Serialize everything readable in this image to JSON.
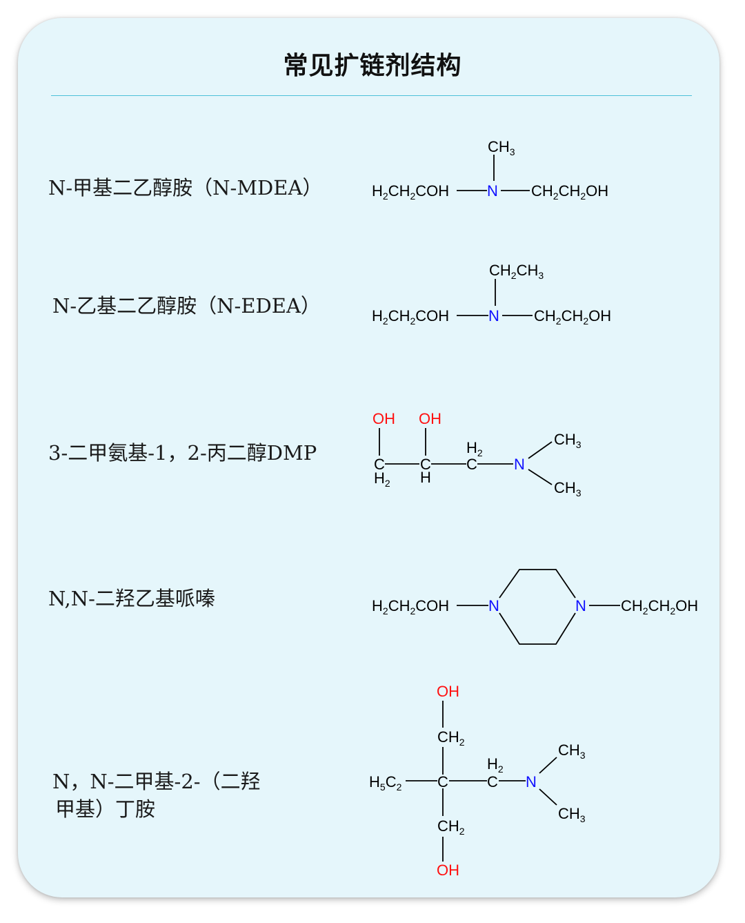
{
  "title": "常见扩链剂结构",
  "colors": {
    "background": "#e5f6fb",
    "divider": "#4cc0d8",
    "nitrogen": "#1010ff",
    "oxygen": "#ff1010"
  },
  "compounds": [
    {
      "name": "N-甲基二乙醇胺（N-MDEA）",
      "labels": {
        "left_chain": "H2CH2COH",
        "n": "N",
        "right_chain": "CH2CH2OH",
        "top": "CH3"
      }
    },
    {
      "name": "N-乙基二乙醇胺（N-EDEA）",
      "labels": {
        "left_chain": "H2CH2COH",
        "n": "N",
        "right_chain": "CH2CH2OH",
        "top": "CH2CH3"
      }
    },
    {
      "name": "3-二甲氨基-1，2-丙二醇DMP",
      "labels": {
        "oh1": "OH",
        "oh2": "OH",
        "c1": "C",
        "h2_1": "H2",
        "c2": "C",
        "h_2": "H",
        "h2_3": "H2",
        "c3": "C",
        "n": "N",
        "me_up": "CH3",
        "me_down": "CH3"
      }
    },
    {
      "name": "N,N-二羟乙基哌嗪",
      "labels": {
        "left_chain": "H2CH2COH",
        "n_left": "N",
        "n_right": "N",
        "right_chain": "CH2CH2OH"
      }
    },
    {
      "name_line1": "N，N-二甲基-2-（二羟",
      "name_line2": "甲基）丁胺",
      "labels": {
        "oh_top": "OH",
        "ch2_top": "CH2",
        "ethyl": "H5C2",
        "c_center": "C",
        "h2_ch2": "H2",
        "c_ch2": "C",
        "n": "N",
        "me_up": "CH3",
        "me_down": "CH3",
        "ch2_bottom": "CH2",
        "oh_bottom": "OH"
      }
    }
  ]
}
